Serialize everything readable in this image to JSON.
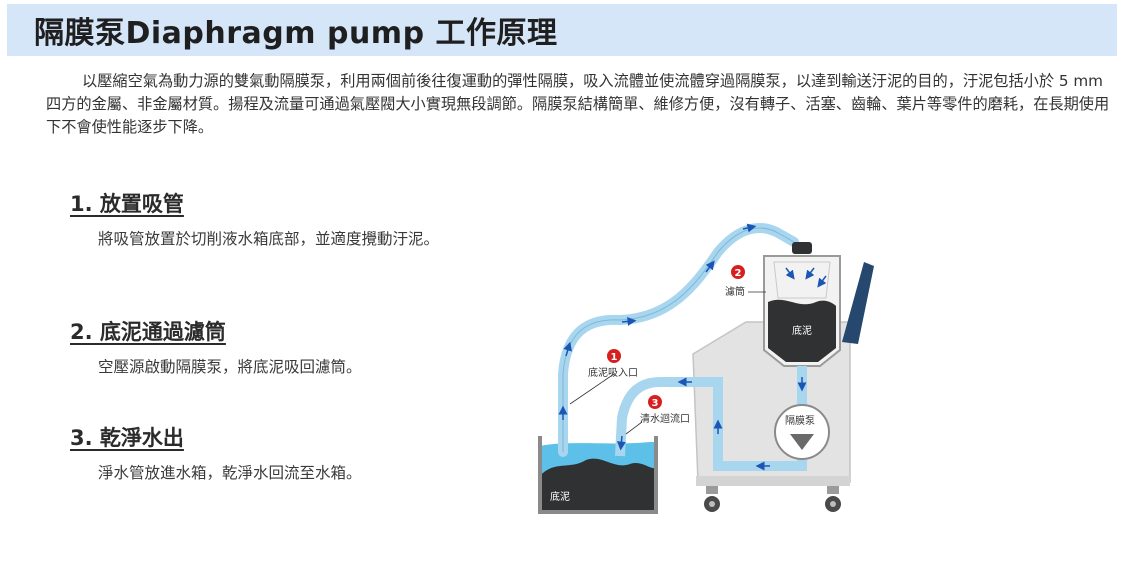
{
  "header": {
    "title": "隔膜泵Diaphragm pump 工作原理"
  },
  "intro": {
    "text": "以壓縮空氣為動力源的雙氣動隔膜泵，利用兩個前後往復運動的彈性隔膜，吸入流體並使流體穿過隔膜泵，以達到輸送汙泥的目的，汙泥包括小於 5 mm四方的金屬、非金屬材質。揚程及流量可通過氣壓閥大小實現無段調節。隔膜泵結構簡單、維修方便，沒有轉子、活塞、齒輪、葉片等零件的磨耗，在長期使用下不會使性能逐步下降。"
  },
  "steps": [
    {
      "heading": "1. 放置吸管",
      "desc": "將吸管放置於切削液水箱底部，並適度攪動汙泥。"
    },
    {
      "heading": "2. 底泥通過濾筒",
      "desc": "空壓源啟動隔膜泵，將底泥吸回濾筒。"
    },
    {
      "heading": "3. 乾淨水出",
      "desc": "淨水管放進水箱，乾淨水回流至水箱。"
    }
  ],
  "diagram": {
    "labels": {
      "filter": "濾筒",
      "sludge_in_filter": "底泥",
      "pump": "隔膜泵",
      "inlet": "底泥吸入口",
      "return": "清水迴流口",
      "tank_sludge": "底泥"
    },
    "markers": [
      "1",
      "2",
      "3"
    ],
    "colors": {
      "pipe": "#a9d6ef",
      "water": "#5cc0e8",
      "sludge": "#2f3133",
      "cabinet": "#e3e3e3",
      "marker": "#d62020",
      "handle": "#26476e",
      "arrow": "#1b56b5"
    }
  }
}
